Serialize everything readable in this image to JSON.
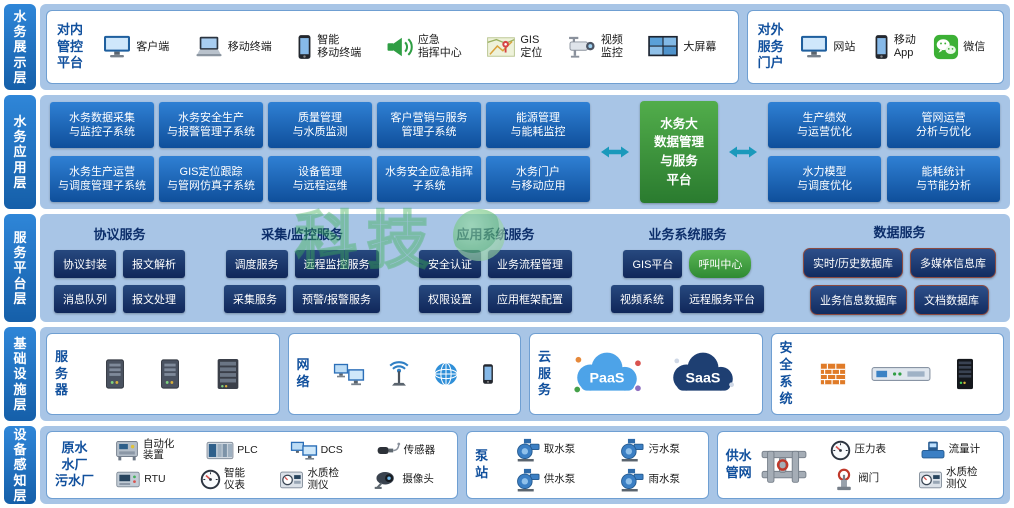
{
  "watermark": "科技",
  "display": {
    "label": "水\n务\n展\n示\n层",
    "internal": {
      "title": "对内\n管控\n平台",
      "items": [
        {
          "icon": "desktop",
          "label": "客户端"
        },
        {
          "icon": "laptop",
          "label": "移动终端"
        },
        {
          "icon": "smartphone",
          "label": "智能\n移动终端"
        },
        {
          "icon": "horn",
          "label": "应急\n指挥中心"
        },
        {
          "icon": "map",
          "label": "GIS\n定位"
        },
        {
          "icon": "cctv",
          "label": "视频\n监控"
        },
        {
          "icon": "videowall",
          "label": "大屏幕"
        }
      ]
    },
    "external": {
      "title": "对外\n服务\n门户",
      "items": [
        {
          "icon": "desktop",
          "label": "网站"
        },
        {
          "icon": "smartphone",
          "label": "移动\nApp"
        },
        {
          "icon": "wechat",
          "label": "微信"
        }
      ]
    }
  },
  "application": {
    "label": "水\n务\n应\n用\n层",
    "left_row1": [
      "水务数据采集\n与监控子系统",
      "水务安全生产\n与报警管理子系统",
      "质量管理\n与水质监测",
      "客户营销与服务\n管理子系统",
      "能源管理\n与能耗监控"
    ],
    "left_row2": [
      "水务生产运营\n与调度管理子系统",
      "GIS定位跟踪\n与管网仿真子系统",
      "设备管理\n与远程运维",
      "水务安全应急指挥\n子系统",
      "水务门户\n与移动应用"
    ],
    "center": "水务大\n数据管理\n与服务\n平台",
    "right_row1": [
      "生产绩效\n与运营优化",
      "管网运营\n分析与优化"
    ],
    "right_row2": [
      "水力模型\n与调度优化",
      "能耗统计\n与节能分析"
    ]
  },
  "service": {
    "label": "服\n务\n平\n台\n层",
    "highlight": "呼叫中心",
    "groups": [
      {
        "header": "协议服务",
        "row1": [
          "协议封装",
          "报文解析"
        ],
        "row2": [
          "消息队列",
          "报文处理"
        ]
      },
      {
        "header": "采集/监控服务",
        "row1": [
          "调度服务",
          "远程监控服务"
        ],
        "row2": [
          "采集服务",
          "预警/报警服务"
        ]
      },
      {
        "header": "应用系统服务",
        "row1": [
          "安全认证",
          "业务流程管理"
        ],
        "row2": [
          "权限设置",
          "应用框架配置"
        ]
      },
      {
        "header": "业务系统服务",
        "row1": [
          "GIS平台",
          "呼叫中心"
        ],
        "row2": [
          "视频系统",
          "远程服务平台"
        ]
      },
      {
        "header": "数据服务",
        "row1": [
          "实时/历史数据库",
          "多媒体信息库"
        ],
        "row2": [
          "业务信息数据库",
          "文档数据库"
        ],
        "kind": "db"
      }
    ]
  },
  "infrastructure": {
    "label": "基\n础\n设\n施\n层",
    "panels": [
      {
        "title": "服\n务\n器",
        "icons": [
          {
            "icon": "server-tower"
          },
          {
            "icon": "server-tower"
          },
          {
            "icon": "server-rack"
          }
        ]
      },
      {
        "title": "网\n络",
        "icons": [
          {
            "icon": "monitors"
          },
          {
            "icon": "antenna"
          },
          {
            "icon": "globe"
          },
          {
            "icon": "phone"
          }
        ]
      },
      {
        "title": "云\n服\n务",
        "icons": [
          {
            "icon": "cloud",
            "text": "PaaS",
            "v": "blue"
          },
          {
            "icon": "cloud",
            "text": "SaaS",
            "v": "dark"
          }
        ]
      },
      {
        "title": "安\n全\n系\n统",
        "icons": [
          {
            "icon": "firewall"
          },
          {
            "icon": "appliance"
          },
          {
            "icon": "blackrack"
          }
        ]
      }
    ]
  },
  "perception": {
    "label": "设\n备\n感\n知\n层",
    "panels": [
      {
        "title": "原水\n水厂\n污水厂",
        "row1": [
          {
            "icon": "machine",
            "label": "自动化\n装置"
          },
          {
            "icon": "plc",
            "label": "PLC"
          },
          {
            "icon": "dcs",
            "label": "DCS"
          },
          {
            "icon": "sensor",
            "label": "传感器"
          }
        ],
        "row2": [
          {
            "icon": "rtu",
            "label": "RTU"
          },
          {
            "icon": "gauge",
            "label": "智能\n仪表"
          },
          {
            "icon": "analyzer",
            "label": "水质检\n测仪"
          },
          {
            "icon": "camera",
            "label": "摄像头"
          }
        ]
      },
      {
        "title": "泵\n站",
        "row1": [
          {
            "icon": "pump",
            "label": "取水泵"
          },
          {
            "icon": "pump",
            "label": "污水泵"
          }
        ],
        "row2": [
          {
            "icon": "pump",
            "label": "供水泵"
          },
          {
            "icon": "pump",
            "label": "雨水泵"
          }
        ]
      },
      {
        "title": "供水\n管网",
        "row1": [
          {
            "icon": "gauge",
            "label": "压力表"
          },
          {
            "icon": "flowmeter",
            "label": "流量计"
          }
        ],
        "row2": [
          {
            "icon": "valve",
            "label": "阀门"
          },
          {
            "icon": "analyzer",
            "label": "水质检\n测仪"
          }
        ]
      }
    ]
  }
}
